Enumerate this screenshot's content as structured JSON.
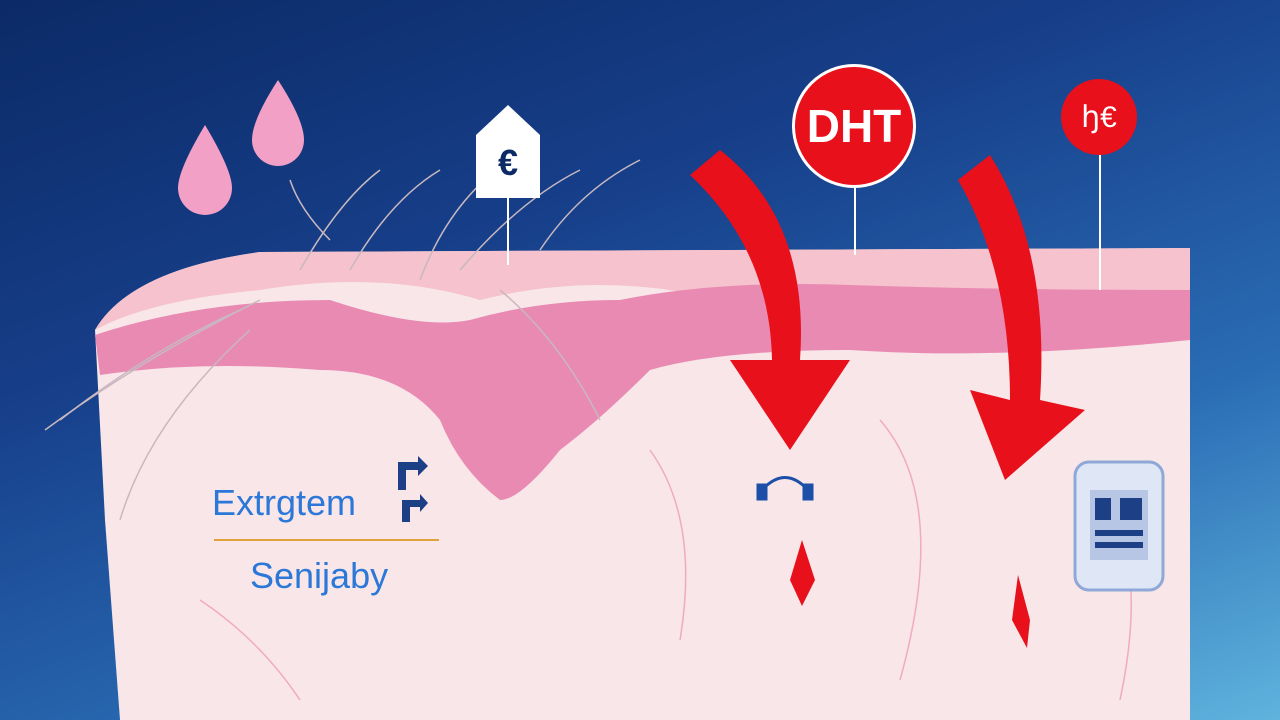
{
  "labels": {
    "top": "Extrgtem",
    "bottom": "Senijaby"
  },
  "badges": {
    "dht": "DHT",
    "xe": "ꜧ€",
    "euro": "€"
  },
  "colors": {
    "arrow": "#e8101a",
    "label_text": "#2b78d8",
    "skin": "#f7e3e6",
    "epidermis": "#e98ab3"
  }
}
